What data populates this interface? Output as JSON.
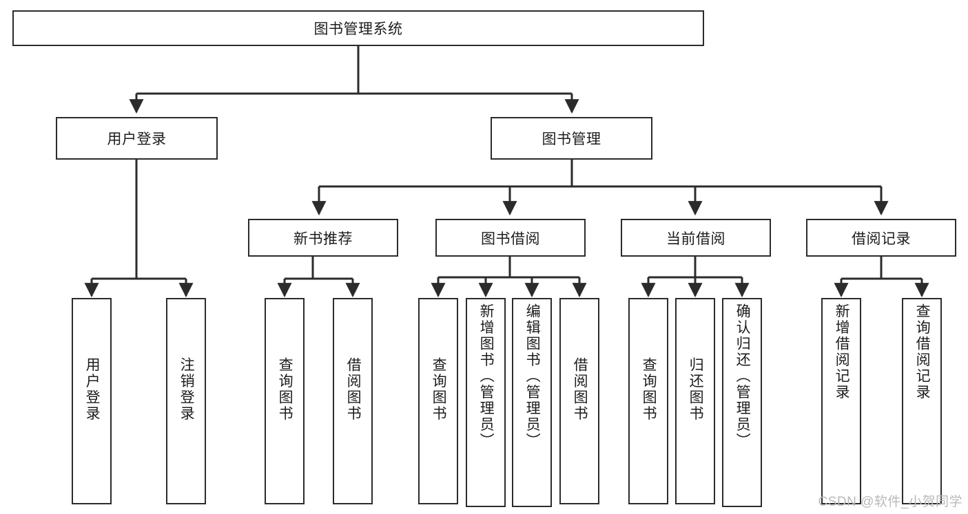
{
  "diagram": {
    "title": "图书管理系统",
    "type": "tree",
    "watermark": "CSDN @软件_小贺同学",
    "stroke_color": "#2b2b2b",
    "fill_color": "#ffffff",
    "text_color": "#1c1c1c",
    "root": {
      "id": "root",
      "label": "图书管理系统"
    },
    "level2": [
      {
        "id": "user-login",
        "label": "用户登录"
      },
      {
        "id": "book-manage",
        "label": "图书管理"
      }
    ],
    "level3": [
      {
        "id": "new-book-rec",
        "label": "新书推荐"
      },
      {
        "id": "book-borrow",
        "label": "图书借阅"
      },
      {
        "id": "current-borrow",
        "label": "当前借阅"
      },
      {
        "id": "borrow-record",
        "label": "借阅记录"
      }
    ],
    "leaves": [
      {
        "id": "leaf-user-login",
        "label": "用户登录",
        "parent": "user-login"
      },
      {
        "id": "leaf-logout",
        "label": "注销登录",
        "parent": "user-login"
      },
      {
        "id": "leaf-query-book-1",
        "label": "查询图书",
        "parent": "new-book-rec"
      },
      {
        "id": "leaf-borrow-book-1",
        "label": "借阅图书",
        "parent": "new-book-rec"
      },
      {
        "id": "leaf-query-book-2",
        "label": "查询图书",
        "parent": "book-borrow"
      },
      {
        "id": "leaf-add-book",
        "label": "新增图书（管理员）",
        "parent": "book-borrow"
      },
      {
        "id": "leaf-edit-book",
        "label": "编辑图书（管理员）",
        "parent": "book-borrow"
      },
      {
        "id": "leaf-borrow-book-2",
        "label": "借阅图书",
        "parent": "book-borrow"
      },
      {
        "id": "leaf-query-book-3",
        "label": "查询图书",
        "parent": "current-borrow"
      },
      {
        "id": "leaf-return-book",
        "label": "归还图书",
        "parent": "current-borrow"
      },
      {
        "id": "leaf-confirm-return",
        "label": "确认归还（管理员）",
        "parent": "current-borrow"
      },
      {
        "id": "leaf-add-record",
        "label": "新增借阅记录",
        "parent": "borrow-record"
      },
      {
        "id": "leaf-query-record",
        "label": "查询借阅记录",
        "parent": "borrow-record"
      }
    ]
  }
}
